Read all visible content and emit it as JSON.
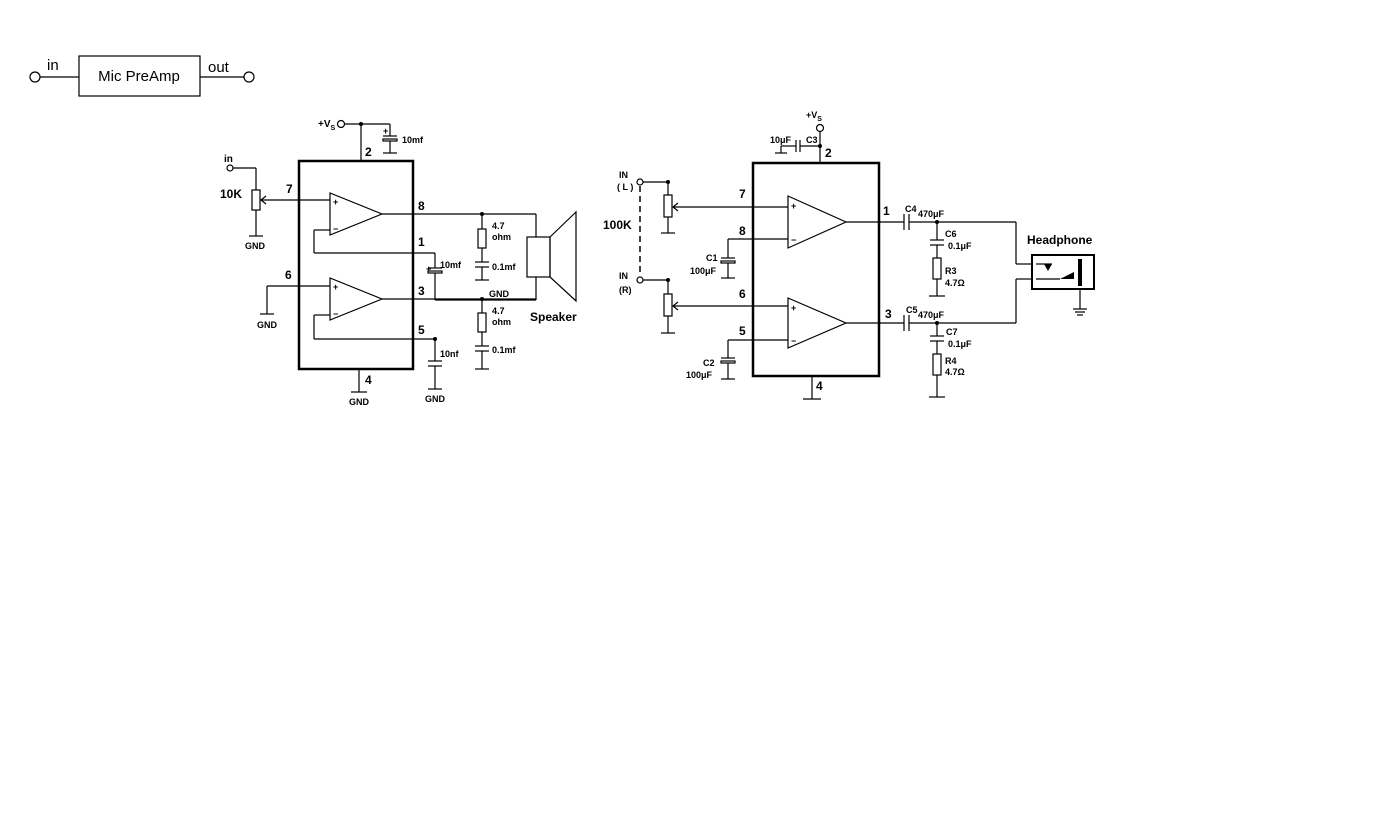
{
  "block": {
    "in": "in",
    "title": "Mic PreAmp",
    "out": "out"
  },
  "left_circuit": {
    "vs": "+V",
    "vs_sub": "S",
    "in": "in",
    "pot": "10K",
    "gnd": "GND",
    "pins": {
      "p2": "2",
      "p7": "7",
      "p6": "6",
      "p8": "8",
      "p1": "1",
      "p3": "3",
      "p5": "5",
      "p4": "4"
    },
    "cap_top": "10mf",
    "cap_mid": "10mf",
    "cap_low": "10nf",
    "r_top": "4.7",
    "r_top_unit": "ohm",
    "c_top": "0.1mf",
    "r_bot": "4.7",
    "r_bot_unit": "ohm",
    "c_bot": "0.1mf",
    "speaker": "Speaker",
    "plus": "+",
    "minus": "−"
  },
  "right_circuit": {
    "vs": "+V",
    "vs_sub": "S",
    "c3_val": "10μF",
    "c3": "C3",
    "in_l": "IN",
    "in_l_ch": "( L )",
    "in_r": "IN",
    "in_r_ch": "(R)",
    "pot": "100K",
    "pins": {
      "p2": "2",
      "p7": "7",
      "p8": "8",
      "p6": "6",
      "p5": "5",
      "p1": "1",
      "p3": "3",
      "p4": "4"
    },
    "c1": "C1",
    "c1_val": "100μF",
    "c2": "C2",
    "c2_val": "100μF",
    "c4": "C4",
    "c4_val": "470μF",
    "c5": "C5",
    "c5_val": "470μF",
    "c6": "C6",
    "c6_val": "0.1μF",
    "c7": "C7",
    "c7_val": "0.1μF",
    "r3": "R3",
    "r3_val": "4.7Ω",
    "r4": "R4",
    "r4_val": "4.7Ω",
    "headphone": "Headphone",
    "plus": "+",
    "minus": "−"
  }
}
